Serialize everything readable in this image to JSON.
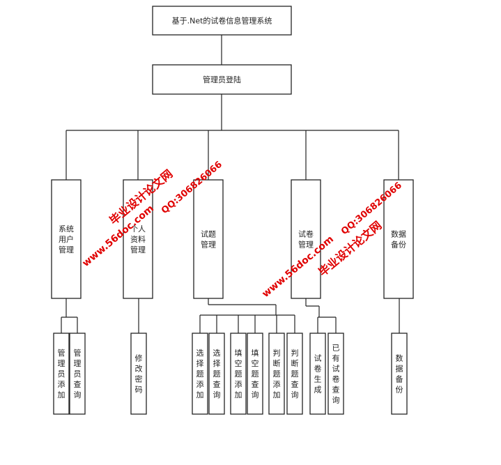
{
  "diagram": {
    "root": {
      "label": "基于.Net的试卷信息管理系统"
    },
    "login": {
      "label": "管理员登陆"
    },
    "modules": [
      {
        "id": "m1",
        "label": "系统用户管理",
        "children": [
          {
            "label": "管理员添加"
          },
          {
            "label": "管理员查询"
          }
        ]
      },
      {
        "id": "m2",
        "label": "个人资料管理",
        "children": [
          {
            "label": "修改密码"
          }
        ]
      },
      {
        "id": "m3",
        "label": "试题管理",
        "children": [
          {
            "label": "选择题添加"
          },
          {
            "label": "选择题查询"
          },
          {
            "label": "填空题添加"
          },
          {
            "label": "填空题查询"
          },
          {
            "label": "判断题添加"
          },
          {
            "label": "判断题查询"
          }
        ]
      },
      {
        "id": "m4",
        "label": "试卷管理",
        "children": [
          {
            "label": "试卷生成"
          },
          {
            "label": "已有试卷查询"
          }
        ]
      },
      {
        "id": "m5",
        "label": "数据备份",
        "children": [
          {
            "label": "数据备份"
          }
        ]
      }
    ]
  },
  "watermarks": {
    "site_cn": "毕业设计论文网",
    "url": "www.56doc.com",
    "qq": "QQ:306826066"
  }
}
